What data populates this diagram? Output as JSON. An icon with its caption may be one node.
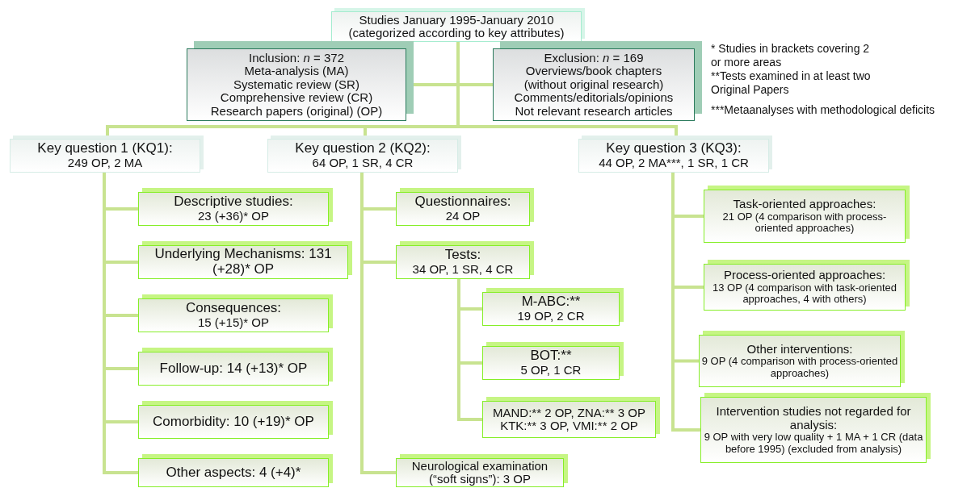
{
  "diagram": {
    "nodes": [
      {
        "text": [
          "Studies January 1995-January 2010",
          "(categorized according to key attributes)"
        ]
      },
      {
        "text": [
          "Inclusion: *n* = 372",
          "Meta-analysis (MA)",
          "Systematic review (SR)",
          "Comprehensive review (CR)",
          "Research papers (original) (OP)"
        ]
      },
      {
        "text": [
          "Exclusion: *n* = 169",
          "Overviews/book chapters (without original research)",
          "Comments/editorials/opinions",
          "Not relevant research articles"
        ]
      },
      {
        "text": [
          "Key question 1 (KQ1):",
          "249 OP, 2 MA"
        ]
      },
      {
        "text": [
          "Key question 2 (KQ2):",
          "64 OP, 1 SR, 4 CR"
        ]
      },
      {
        "text": [
          "Key question 3 (KQ3):",
          "44 OP, 2 MA***, 1 SR, 1 CR"
        ]
      },
      {
        "text": [
          "Descriptive studies:",
          "23 (+36)* OP"
        ]
      },
      {
        "text": [
          "Underlying Mechanisms: 131 (+28)* OP"
        ]
      },
      {
        "text": [
          "Consequences:",
          "15 (+15)* OP"
        ]
      },
      {
        "text": [
          "Follow-up: 14 (+13)* OP"
        ]
      },
      {
        "text": [
          "Comorbidity: 10 (+19)* OP"
        ]
      },
      {
        "text": [
          "Other aspects: 4 (+4)*"
        ]
      },
      {
        "text": [
          "Questionnaires:",
          "24 OP"
        ]
      },
      {
        "text": [
          "Tests:",
          "34 OP, 1 SR, 4 CR"
        ]
      },
      {
        "text": [
          "M-ABC:**",
          "19 OP, 2 CR"
        ]
      },
      {
        "text": [
          "BOT:**",
          "5 OP, 1 CR"
        ]
      },
      {
        "text": [
          "MAND:** 2 OP, ZNA:** 3 OP",
          "KTK:** 3 OP, VMI:** 2 OP"
        ]
      },
      {
        "text": [
          "Neurological examination (“soft signs”): 3 OP"
        ]
      },
      {
        "text": [
          "Task-oriented approaches:",
          "21 OP (4 comparison with process-oriented approaches)"
        ]
      },
      {
        "text": [
          "Process-oriented approaches:",
          "13 OP (4 comparison with task-oriented approaches, 4 with others)"
        ]
      },
      {
        "text": [
          "Other interventions:",
          "9 OP (4 comparison with process-oriented approaches)"
        ]
      },
      {
        "text": [
          "Intervention studies not regarded for analysis:",
          "9 OP with very low quality + 1 MA + 1 CR (data before 1995) (excluded from analysis)"
        ]
      }
    ],
    "edges": [
      {
        "from": 0,
        "to": 1,
        "arrow": "none"
      },
      {
        "from": 0,
        "to": 2,
        "arrow": "none"
      },
      {
        "from": 0,
        "to": 3,
        "arrow": "none"
      },
      {
        "from": 0,
        "to": 4,
        "arrow": "none"
      },
      {
        "from": 0,
        "to": 5,
        "arrow": "none"
      },
      {
        "from": 3,
        "to": 6,
        "arrow": "none"
      },
      {
        "from": 3,
        "to": 7,
        "arrow": "none"
      },
      {
        "from": 3,
        "to": 8,
        "arrow": "none"
      },
      {
        "from": 3,
        "to": 9,
        "arrow": "none"
      },
      {
        "from": 3,
        "to": 10,
        "arrow": "none"
      },
      {
        "from": 3,
        "to": 11,
        "arrow": "none"
      },
      {
        "from": 4,
        "to": 12,
        "arrow": "none"
      },
      {
        "from": 4,
        "to": 13,
        "arrow": "none"
      },
      {
        "from": 13,
        "to": 14,
        "arrow": "none"
      },
      {
        "from": 13,
        "to": 15,
        "arrow": "none"
      },
      {
        "from": 13,
        "to": 16,
        "arrow": "none"
      },
      {
        "from": 4,
        "to": 17,
        "arrow": "none"
      },
      {
        "from": 5,
        "to": 18,
        "arrow": "none"
      },
      {
        "from": 5,
        "to": 19,
        "arrow": "none"
      },
      {
        "from": 5,
        "to": 20,
        "arrow": "none"
      },
      {
        "from": 5,
        "to": 21,
        "arrow": "none"
      }
    ],
    "labels": [
      "* Studies in brackets covering 2 or more areas",
      "**Tests examined in at least two Original Papers",
      "***Metaanalyses with methodological deficits"
    ]
  }
}
